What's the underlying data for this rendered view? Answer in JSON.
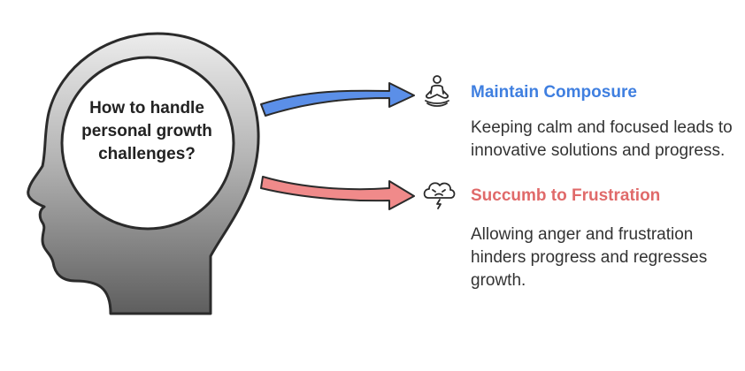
{
  "question": "How to handle personal growth challenges?",
  "colors": {
    "head_gradient_top": "#e6e6e6",
    "head_gradient_bottom": "#5e5e5e",
    "outline": "#2b2b2b",
    "blue": "#5b8fe8",
    "red": "#f08a8a",
    "title_blue": "#3f7fe0",
    "title_red": "#e06a6a"
  },
  "options": [
    {
      "title": "Maintain Composure",
      "description": "Keeping calm and focused leads to innovative solutions and progress.",
      "icon": "meditation-icon",
      "color": "#3f7fe0"
    },
    {
      "title": "Succumb to Frustration",
      "description": "Allowing anger and frustration hinders progress and regresses growth.",
      "icon": "angry-storm-cloud-icon",
      "color": "#e06a6a"
    }
  ]
}
